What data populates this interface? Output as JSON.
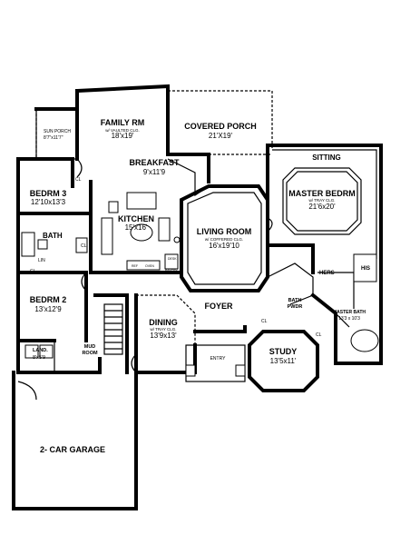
{
  "rooms": {
    "sun_porch": {
      "name": "SUN PORCH",
      "dim": "8'7\"x11'7\""
    },
    "family": {
      "name": "FAMILY RM",
      "note": "w/ VAULTED CLG.",
      "dim": "18'x19'"
    },
    "covered_porch": {
      "name": "COVERED PORCH",
      "dim": "21'X19'"
    },
    "breakfast": {
      "name": "BREAKFAST",
      "dim": "9'x11'9"
    },
    "sitting": {
      "name": "SITTING"
    },
    "master_bedroom": {
      "name": "MASTER BEDRM",
      "note": "w/ TRAY CLG.",
      "dim": "21'6x20'"
    },
    "bedroom3": {
      "name": "BEDRM 3",
      "dim": "12'10x13'3"
    },
    "kitchen": {
      "name": "KITCHEN",
      "dim": "15'x16'"
    },
    "living": {
      "name": "LIVING ROOM",
      "note": "w/ COFFERED CLG.",
      "dim": "16'x19'10"
    },
    "bath": {
      "name": "BATH"
    },
    "hers": {
      "name": "HERS"
    },
    "his": {
      "name": "HIS"
    },
    "bedroom2": {
      "name": "BEDRM 2",
      "dim": "13'x12'9"
    },
    "foyer": {
      "name": "FOYER"
    },
    "bath_pwdr": {
      "name": "BATH",
      "sub": "PWDR"
    },
    "master_bath": {
      "name": "MASTER BATH",
      "dim": "13'3 x 10'3"
    },
    "dining": {
      "name": "DINING",
      "note": "w/ TRAY CLG.",
      "dim": "13'9x13'"
    },
    "study": {
      "name": "STUDY",
      "dim": "13'5x11'"
    },
    "laundry": {
      "name": "LAND.",
      "dim": "8'x5'9"
    },
    "mud_room": {
      "name": "MUD",
      "sub": "ROOM"
    },
    "entry": {
      "name": "ENTRY"
    },
    "garage": {
      "name": "2- CAR GARAGE"
    }
  },
  "small_labels": {
    "cl": "CL",
    "lin": "LIN",
    "desk": "DESK",
    "pantry": "PANTRY",
    "refrigerator": "REF",
    "oven": "OVEN"
  }
}
